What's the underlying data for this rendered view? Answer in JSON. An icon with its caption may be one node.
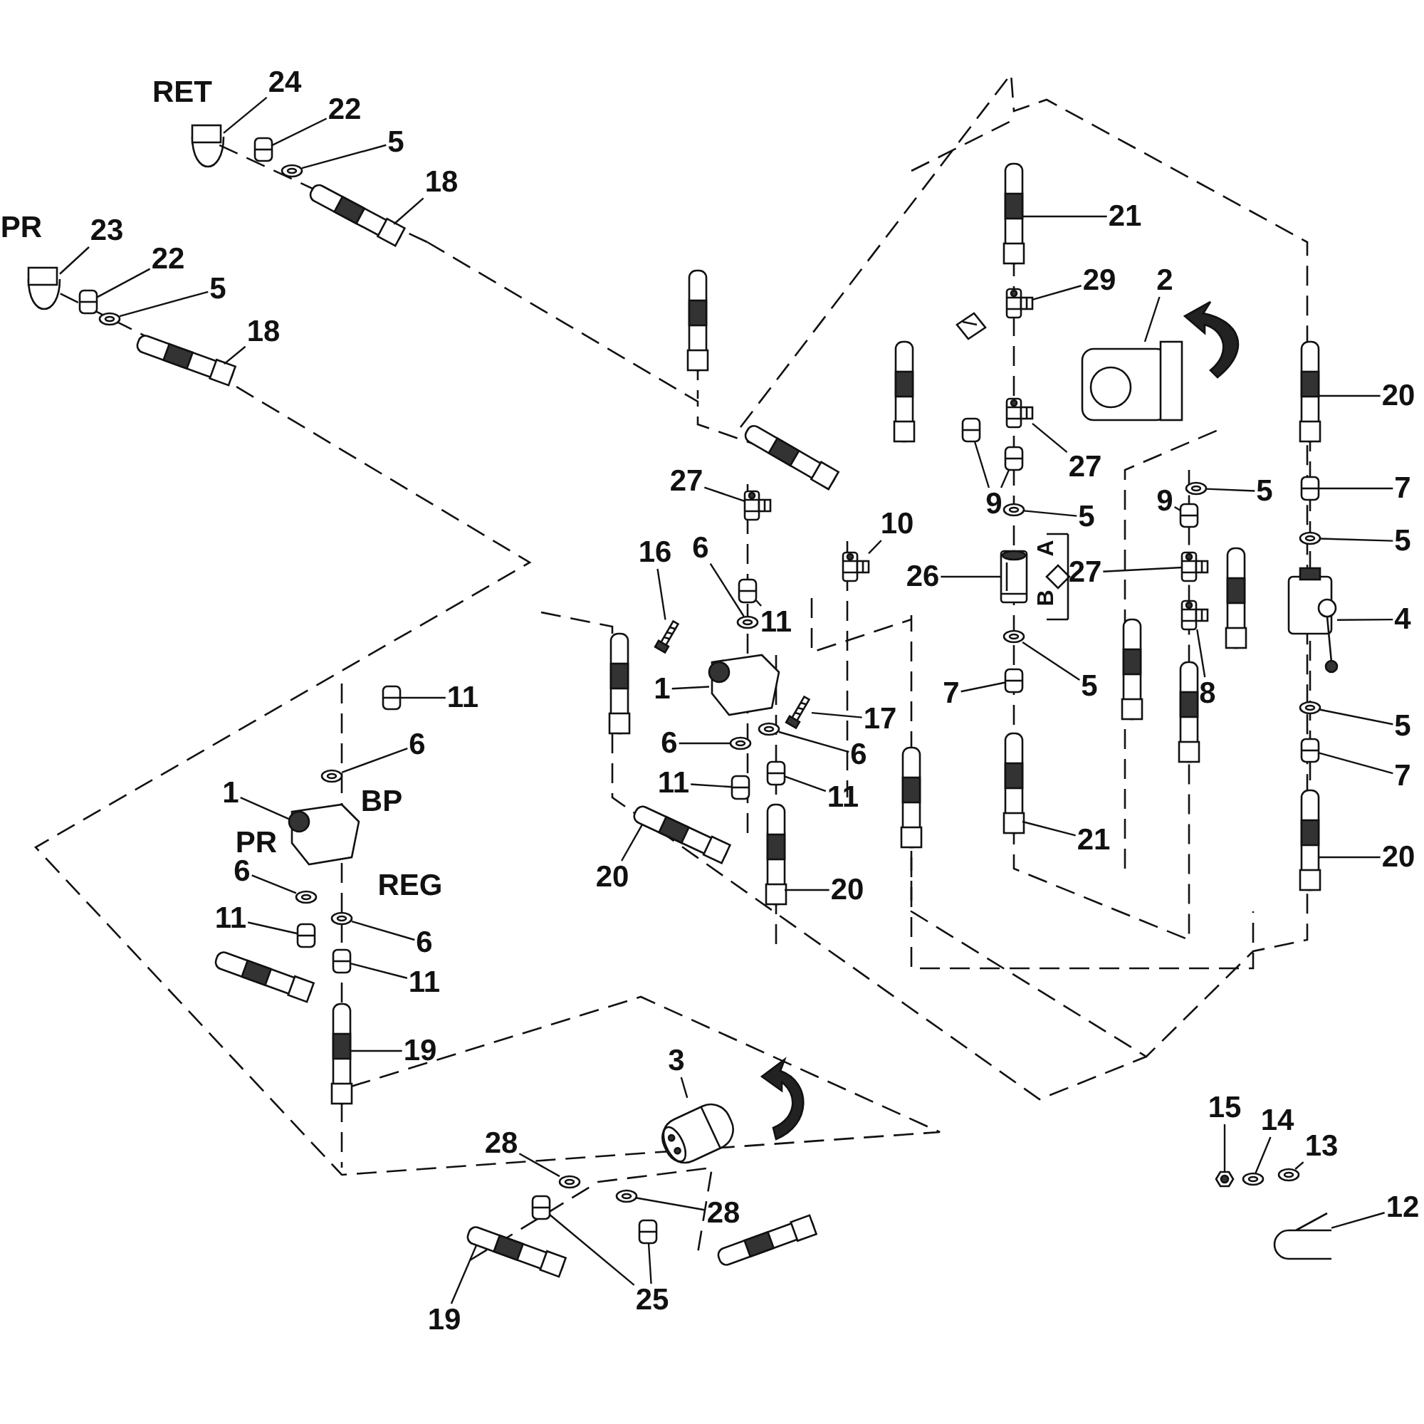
{
  "diagram": {
    "nodes": [
      {
        "text": [
          "24"
        ]
      },
      {
        "text": [
          "22"
        ]
      },
      {
        "text": [
          "5"
        ]
      },
      {
        "text": [
          "18"
        ]
      },
      {
        "text": [
          "23"
        ]
      },
      {
        "text": [
          "22"
        ]
      },
      {
        "text": [
          "5"
        ]
      },
      {
        "text": [
          "18"
        ]
      },
      {
        "text": [
          "21"
        ]
      },
      {
        "text": [
          "29"
        ]
      },
      {
        "text": [
          "2"
        ]
      },
      {
        "text": [
          "20"
        ]
      },
      {
        "text": [
          "27"
        ]
      },
      {
        "text": [
          "10"
        ]
      },
      {
        "text": [
          "9"
        ]
      },
      {
        "text": [
          "27"
        ]
      },
      {
        "text": [
          "9"
        ]
      },
      {
        "text": [
          "5"
        ]
      },
      {
        "text": [
          "7"
        ]
      },
      {
        "text": [
          "5"
        ]
      },
      {
        "text": [
          "5"
        ]
      },
      {
        "text": [
          "26"
        ]
      },
      {
        "text": [
          "27"
        ]
      },
      {
        "text": [
          "16"
        ]
      },
      {
        "text": [
          "6"
        ]
      },
      {
        "text": [
          "11"
        ]
      },
      {
        "text": [
          "4"
        ]
      },
      {
        "text": [
          "8"
        ]
      },
      {
        "text": [
          "1"
        ]
      },
      {
        "text": [
          "5"
        ]
      },
      {
        "text": [
          "17"
        ]
      },
      {
        "text": [
          "6"
        ]
      },
      {
        "text": [
          "6"
        ]
      },
      {
        "text": [
          "7"
        ]
      },
      {
        "text": [
          "11"
        ]
      },
      {
        "text": [
          "6"
        ]
      },
      {
        "text": [
          "5"
        ]
      },
      {
        "text": [
          "11"
        ]
      },
      {
        "text": [
          "11"
        ]
      },
      {
        "text": [
          "1"
        ]
      },
      {
        "text": [
          "7"
        ]
      },
      {
        "text": [
          "20"
        ]
      },
      {
        "text": [
          "20"
        ]
      },
      {
        "text": [
          "21"
        ]
      },
      {
        "text": [
          "20"
        ]
      },
      {
        "text": [
          "6"
        ]
      },
      {
        "text": [
          "6"
        ]
      },
      {
        "text": [
          "11"
        ]
      },
      {
        "text": [
          "11"
        ]
      },
      {
        "text": [
          "19"
        ]
      },
      {
        "text": [
          "3"
        ]
      },
      {
        "text": [
          "28"
        ]
      },
      {
        "text": [
          "28"
        ]
      },
      {
        "text": [
          "15"
        ]
      },
      {
        "text": [
          "14"
        ]
      },
      {
        "text": [
          "13"
        ]
      },
      {
        "text": [
          "12"
        ]
      },
      {
        "text": [
          "25"
        ]
      },
      {
        "text": [
          "19"
        ]
      },
      {
        "text": [],
        "shape": "picture"
      },
      {
        "text": [],
        "shape": "picture"
      },
      {
        "text": [],
        "shape": "picture"
      },
      {
        "text": [],
        "shape": "picture"
      },
      {
        "text": [],
        "shape": "picture"
      },
      {
        "text": [],
        "shape": "picture"
      },
      {
        "text": [],
        "shape": "picture"
      },
      {
        "text": [],
        "shape": "picture"
      },
      {
        "text": [],
        "shape": "picture"
      },
      {
        "text": [],
        "shape": "picture"
      },
      {
        "text": [],
        "shape": "picture"
      },
      {
        "text": [],
        "shape": "picture"
      },
      {
        "text": [],
        "shape": "picture"
      },
      {
        "text": [],
        "shape": "picture"
      },
      {
        "text": [],
        "shape": "picture"
      },
      {
        "text": [],
        "shape": "picture"
      },
      {
        "text": [],
        "shape": "picture"
      },
      {
        "text": [],
        "shape": "picture"
      },
      {
        "text": [],
        "shape": "picture"
      },
      {
        "text": [],
        "shape": "picture"
      },
      {
        "text": [],
        "shape": "picture"
      },
      {
        "text": [],
        "shape": "picture"
      },
      {
        "text": [],
        "shape": "picture"
      },
      {
        "text": [],
        "shape": "picture"
      },
      {
        "text": [],
        "shape": "picture"
      },
      {
        "text": [],
        "shape": "picture"
      },
      {
        "text": [],
        "shape": "picture"
      },
      {
        "text": [],
        "shape": "picture"
      },
      {
        "text": [],
        "shape": "picture"
      },
      {
        "text": [],
        "shape": "picture"
      },
      {
        "text": [],
        "shape": "picture"
      },
      {
        "text": [],
        "shape": "picture"
      },
      {
        "text": [],
        "shape": "picture"
      },
      {
        "text": [],
        "shape": "picture"
      },
      {
        "text": [],
        "shape": "picture"
      },
      {
        "text": [],
        "shape": "picture"
      },
      {
        "text": [],
        "shape": "picture"
      },
      {
        "text": [],
        "shape": "picture"
      },
      {
        "text": [],
        "shape": "picture"
      },
      {
        "text": [],
        "shape": "picture"
      },
      {
        "text": [],
        "shape": "picture"
      },
      {
        "text": [],
        "shape": "picture"
      },
      {
        "text": [],
        "shape": "picture"
      },
      {
        "text": [],
        "shape": "picture"
      },
      {
        "text": [],
        "shape": "picture"
      },
      {
        "text": [],
        "shape": "picture"
      },
      {
        "text": [],
        "shape": "picture"
      },
      {
        "text": [],
        "shape": "picture"
      },
      {
        "text": [],
        "shape": "picture"
      },
      {
        "text": [],
        "shape": "picture"
      },
      {
        "text": [],
        "shape": "picture"
      },
      {
        "text": [],
        "shape": "picture"
      },
      {
        "text": [],
        "shape": "picture"
      },
      {
        "text": [],
        "shape": "picture"
      },
      {
        "text": [],
        "shape": "picture"
      },
      {
        "text": [],
        "shape": "picture"
      },
      {
        "text": [],
        "shape": "picture"
      },
      {
        "text": [],
        "shape": "picture"
      },
      {
        "text": [],
        "shape": "picture"
      },
      {
        "text": [],
        "shape": "picture"
      },
      {
        "text": [],
        "shape": "picture"
      }
    ],
    "edges": [
      {
        "from": 0,
        "to": 59,
        "arrow": "none"
      },
      {
        "from": 1,
        "to": 60,
        "arrow": "none"
      },
      {
        "from": 2,
        "to": 61,
        "arrow": "none"
      },
      {
        "from": 3,
        "to": 62,
        "arrow": "none"
      },
      {
        "from": 4,
        "to": 63,
        "arrow": "none"
      },
      {
        "from": 5,
        "to": 64,
        "arrow": "none"
      },
      {
        "from": 6,
        "to": 65,
        "arrow": "none"
      },
      {
        "from": 7,
        "to": 66,
        "arrow": "none"
      },
      {
        "from": 8,
        "to": 67,
        "arrow": "none"
      },
      {
        "from": 9,
        "to": 68,
        "arrow": "none"
      },
      {
        "from": 10,
        "to": 69,
        "arrow": "none"
      },
      {
        "from": 11,
        "to": 70,
        "arrow": "none"
      },
      {
        "from": 12,
        "to": 71,
        "arrow": "none"
      },
      {
        "from": 13,
        "to": 72,
        "arrow": "none"
      },
      {
        "from": 14,
        "to": 73,
        "arrow": "none"
      },
      {
        "from": 14,
        "to": 74,
        "arrow": "none"
      },
      {
        "from": 15,
        "to": 75,
        "arrow": "none"
      },
      {
        "from": 16,
        "to": 76,
        "arrow": "none"
      },
      {
        "from": 17,
        "to": 77,
        "arrow": "none"
      },
      {
        "from": 18,
        "to": 78,
        "arrow": "none"
      },
      {
        "from": 19,
        "to": 79,
        "arrow": "none"
      },
      {
        "from": 20,
        "to": 80,
        "arrow": "none"
      },
      {
        "from": 21,
        "to": 81,
        "arrow": "none"
      },
      {
        "from": 22,
        "to": 82,
        "arrow": "none"
      },
      {
        "from": 23,
        "to": 83,
        "arrow": "none"
      },
      {
        "from": 24,
        "to": 84,
        "arrow": "none"
      },
      {
        "from": 25,
        "to": 85,
        "arrow": "none"
      },
      {
        "from": 26,
        "to": 86,
        "arrow": "none"
      },
      {
        "from": 27,
        "to": 87,
        "arrow": "none"
      },
      {
        "from": 28,
        "to": 88,
        "arrow": "none"
      },
      {
        "from": 29,
        "to": 89,
        "arrow": "none"
      },
      {
        "from": 30,
        "to": 90,
        "arrow": "none"
      },
      {
        "from": 31,
        "to": 91,
        "arrow": "none"
      },
      {
        "from": 32,
        "to": 92,
        "arrow": "none"
      },
      {
        "from": 33,
        "to": 93,
        "arrow": "none"
      },
      {
        "from": 34,
        "to": 94,
        "arrow": "none"
      },
      {
        "from": 35,
        "to": 95,
        "arrow": "none"
      },
      {
        "from": 36,
        "to": 96,
        "arrow": "none"
      },
      {
        "from": 37,
        "to": 97,
        "arrow": "none"
      },
      {
        "from": 38,
        "to": 98,
        "arrow": "none"
      },
      {
        "from": 39,
        "to": 99,
        "arrow": "none"
      },
      {
        "from": 40,
        "to": 100,
        "arrow": "none"
      },
      {
        "from": 41,
        "to": 101,
        "arrow": "none"
      },
      {
        "from": 42,
        "to": 102,
        "arrow": "none"
      },
      {
        "from": 43,
        "to": 103,
        "arrow": "none"
      },
      {
        "from": 44,
        "to": 104,
        "arrow": "none"
      },
      {
        "from": 45,
        "to": 105,
        "arrow": "none"
      },
      {
        "from": 46,
        "to": 106,
        "arrow": "none"
      },
      {
        "from": 47,
        "to": 107,
        "arrow": "none"
      },
      {
        "from": 48,
        "to": 108,
        "arrow": "none"
      },
      {
        "from": 49,
        "to": 109,
        "arrow": "none"
      },
      {
        "from": 50,
        "to": 110,
        "arrow": "none"
      },
      {
        "from": 51,
        "to": 111,
        "arrow": "none"
      },
      {
        "from": 52,
        "to": 112,
        "arrow": "none"
      },
      {
        "from": 53,
        "to": 113,
        "arrow": "none"
      },
      {
        "from": 54,
        "to": 114,
        "arrow": "none"
      },
      {
        "from": 55,
        "to": 115,
        "arrow": "none"
      },
      {
        "from": 56,
        "to": 116,
        "arrow": "none"
      },
      {
        "from": 57,
        "to": 117,
        "arrow": "none"
      },
      {
        "from": 57,
        "to": 118,
        "arrow": "none"
      },
      {
        "from": 58,
        "to": 119,
        "arrow": "none"
      }
    ],
    "labels": [
      "RET",
      "PR",
      "B",
      "A",
      "BP",
      "PR",
      "REG"
    ]
  }
}
